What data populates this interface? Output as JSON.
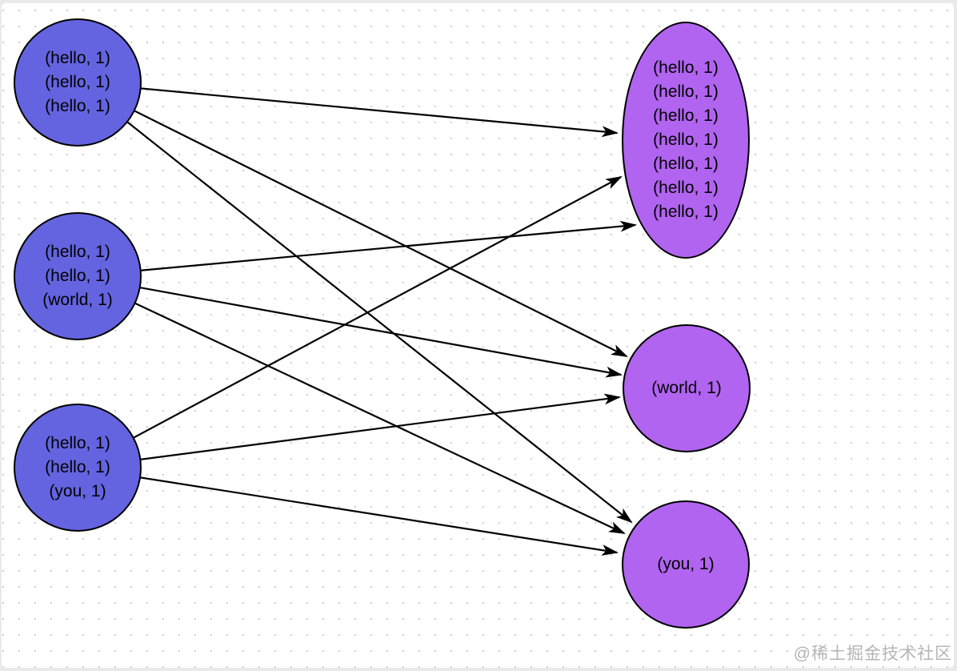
{
  "page": {
    "watermark": "@稀土掘金技术社区"
  },
  "colors": {
    "mapper_fill": "#6464e1",
    "reducer_fill": "#b164f0",
    "node_stroke": "#000000",
    "edge_stroke": "#000000",
    "grid_dot": "#d3d3d3",
    "background": "#ffffff",
    "frame_edge": "#e9e9e9",
    "watermark_text": "#b5b5b5"
  },
  "diagram": {
    "description": "MapReduce shuffle: mapper outputs sent to reducers grouped by key",
    "nodes": [
      {
        "id": "mapper-1",
        "role": "mapper",
        "shape": "circle",
        "lines": [
          "(hello, 1)",
          "(hello, 1)",
          "(hello, 1)"
        ]
      },
      {
        "id": "mapper-2",
        "role": "mapper",
        "shape": "circle",
        "lines": [
          "(hello, 1)",
          "(hello, 1)",
          "(world, 1)"
        ]
      },
      {
        "id": "mapper-3",
        "role": "mapper",
        "shape": "circle",
        "lines": [
          "(hello, 1)",
          "(hello, 1)",
          "(you, 1)"
        ]
      },
      {
        "id": "reducer-hello",
        "role": "reducer",
        "shape": "ellipse",
        "lines": [
          "(hello, 1)",
          "(hello, 1)",
          "(hello, 1)",
          "(hello, 1)",
          "(hello, 1)",
          "(hello, 1)",
          "(hello, 1)"
        ]
      },
      {
        "id": "reducer-world",
        "role": "reducer",
        "shape": "circle",
        "lines": [
          "(world, 1)"
        ]
      },
      {
        "id": "reducer-you",
        "role": "reducer",
        "shape": "circle",
        "lines": [
          "(you, 1)"
        ]
      }
    ],
    "edges": [
      {
        "from": "mapper-1",
        "to": "reducer-hello"
      },
      {
        "from": "mapper-1",
        "to": "reducer-world"
      },
      {
        "from": "mapper-1",
        "to": "reducer-you"
      },
      {
        "from": "mapper-2",
        "to": "reducer-hello"
      },
      {
        "from": "mapper-2",
        "to": "reducer-world"
      },
      {
        "from": "mapper-2",
        "to": "reducer-you"
      },
      {
        "from": "mapper-3",
        "to": "reducer-hello"
      },
      {
        "from": "mapper-3",
        "to": "reducer-world"
      },
      {
        "from": "mapper-3",
        "to": "reducer-you"
      }
    ]
  }
}
